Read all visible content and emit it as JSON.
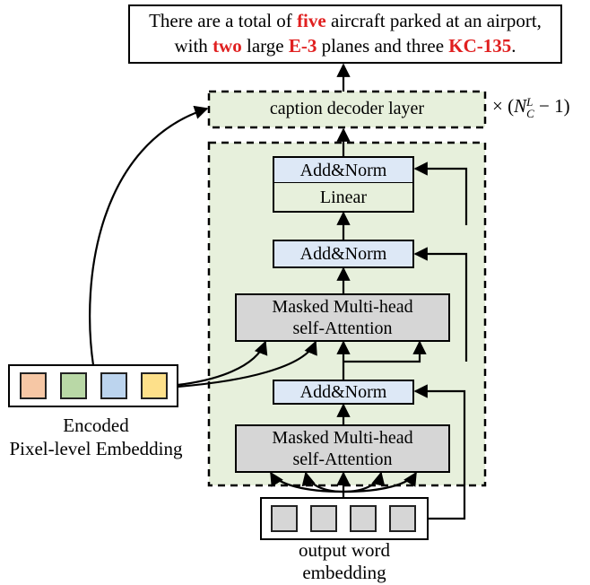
{
  "caption": {
    "line1_before": "There are a total of ",
    "line1_highlight": "five",
    "line1_after": " aircraft parked at an airport,",
    "line2_part1": "with ",
    "line2_hl1": "two",
    "line2_part2": " large ",
    "line2_hl2": "E-3",
    "line2_part3": " planes and three ",
    "line2_hl3": "KC-135",
    "line2_part4": "."
  },
  "decoder": {
    "layer_label": "caption decoder layer",
    "repeat_prefix": "× (",
    "repeat_base": "N",
    "repeat_sup": "L",
    "repeat_sub": "C",
    "repeat_suffix": " − 1)"
  },
  "blocks": {
    "addnorm_top": "Add&Norm",
    "linear": "Linear",
    "addnorm_mid": "Add&Norm",
    "masked_cross_line1": "Masked Multi-head",
    "masked_cross_line2": "self-Attention",
    "addnorm_low": "Add&Norm",
    "masked_self_line1": "Masked Multi-head",
    "masked_self_line2": "self-Attention"
  },
  "encoder": {
    "label_line1": "Encoded",
    "label_line2": "Pixel-level Embedding",
    "token_colors": [
      "#f6c7a5",
      "#b9d8a6",
      "#bcd4ee",
      "#fde08a"
    ]
  },
  "output": {
    "label_line1": "output word",
    "label_line2": "embedding",
    "token_color": "#d6d6d6",
    "token_count": 4
  },
  "colors": {
    "highlight": "#e02020",
    "dashed_fill": "#e7f0dc",
    "block_blue": "#dde8f6",
    "block_grey": "#d6d6d6"
  }
}
